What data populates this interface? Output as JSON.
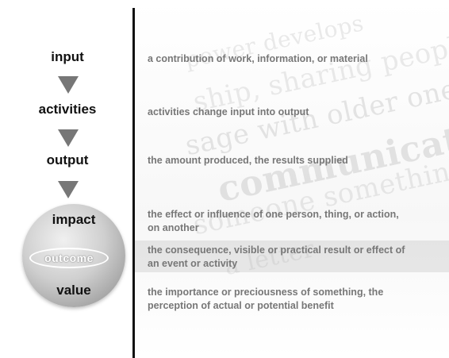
{
  "stages": {
    "input": "input",
    "activities": "activities",
    "output": "output",
    "impact": "impact",
    "outcome": "outcome",
    "value": "value"
  },
  "definitions": {
    "input": "a contribution of work, information, or material",
    "activities": "activities change input into output",
    "output": "the amount produced, the results supplied",
    "impact": "the effect or influence of one person, thing, or action, on another",
    "outcome": "the consequence, visible or practical result or effect of an event or activity",
    "value": "the importance or preciousness of something, the perception of actual or potential benefit"
  },
  "background_text": {
    "line1": "power develops",
    "line2": "ship, sharing people",
    "line3": "sage with older ones",
    "line4": "communication",
    "line5": "someone something th",
    "line6": "a letter"
  },
  "colors": {
    "arrow": "#777777",
    "definition_text": "#777777",
    "label_text": "#111111",
    "divider": "#111111"
  }
}
